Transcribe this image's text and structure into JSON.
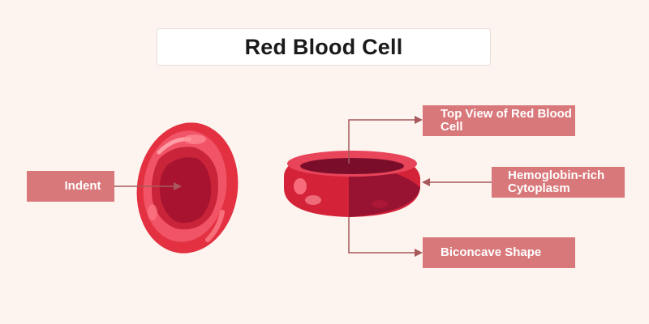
{
  "title": "Red Blood Cell",
  "labels": {
    "indent": "Indent",
    "top_view": "Top View of Red Blood Cell",
    "hemoglobin": "Hemoglobin-rich Cytoplasm",
    "biconcave": "Biconcave Shape"
  },
  "colors": {
    "background": "#fdf3ef",
    "label_fill": "#d9787a",
    "connector": "#a7595b",
    "cell_red": "#e1303f",
    "cell_dark": "#8c1030"
  }
}
